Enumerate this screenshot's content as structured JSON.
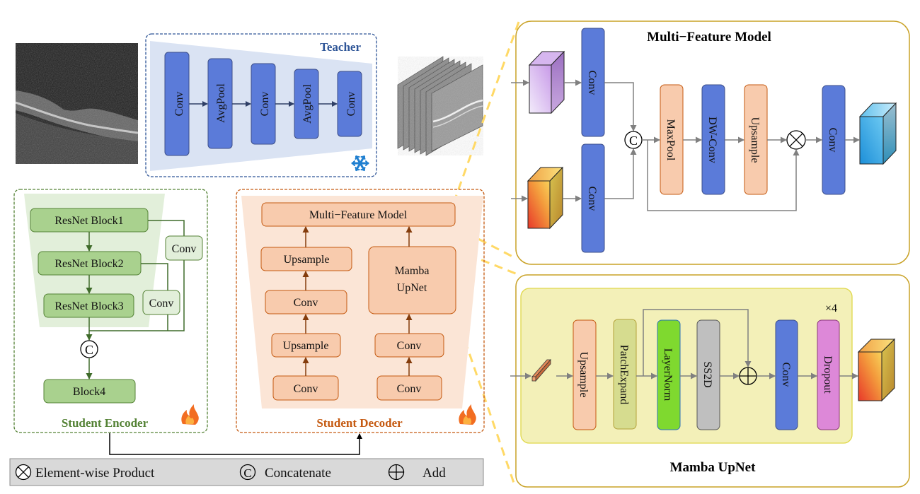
{
  "colors": {
    "blue_block": "#5b7bd9",
    "blue_block_stroke": "#3d4f8a",
    "orange_block": "#f8cbad",
    "orange_block_stroke": "#c55a11",
    "green_block": "#a9d18e",
    "green_block_stroke": "#548235",
    "light_green_block": "#e2efda",
    "teacher_accent": "#2e5597",
    "encoder_accent": "#548235",
    "decoder_accent": "#c55a11",
    "gold_frame": "#c9a227",
    "yellow_dash": "#ffd966",
    "patch_expand": "#d6dc8f",
    "layer_norm": "#7fd92f",
    "ss2d": "#bfbfbf",
    "dropout": "#dd88d8",
    "legend_bg": "#d9d9d9"
  },
  "teacher": {
    "title": "Teacher",
    "blocks": [
      "Conv",
      "AvgPool",
      "Conv",
      "AvgPool",
      "Conv"
    ],
    "status_icon": "snowflake-icon"
  },
  "student_encoder": {
    "title": "Student Encoder",
    "blocks": [
      "ResNet Block1",
      "ResNet Block2",
      "ResNet Block3",
      "Block4"
    ],
    "side_convs": [
      "Conv",
      "Conv"
    ],
    "concat_symbol": "C",
    "status_icon": "fire-icon"
  },
  "student_decoder": {
    "title": "Student Decoder",
    "top_block": "Multi−Feature Model",
    "left_column": [
      "Upsample",
      "Conv",
      "Upsample",
      "Conv"
    ],
    "right_column": [
      "Mamba",
      "UpNet",
      "Conv",
      "Conv"
    ],
    "status_icon": "fire-icon"
  },
  "multi_feature_model": {
    "title": "Multi−Feature Model",
    "input_convs": [
      "Conv",
      "Conv"
    ],
    "concat_symbol": "C",
    "blocks": [
      "MaxPool",
      "DW-Conv",
      "Upsample"
    ],
    "output_conv": "Conv"
  },
  "mamba_upnet": {
    "title": "Mamba UpNet",
    "repeat_label": "×4",
    "blocks": [
      "Upsample",
      "PatchExpand",
      "LayerNorm",
      "SS2D",
      "Conv",
      "Dropout"
    ]
  },
  "legend": {
    "items": [
      {
        "icon": "otimes-icon",
        "label": "Element-wise Product"
      },
      {
        "icon": "concat-icon",
        "symbol": "C",
        "label": "Concatenate"
      },
      {
        "icon": "oplus-icon",
        "label": "Add"
      }
    ]
  }
}
